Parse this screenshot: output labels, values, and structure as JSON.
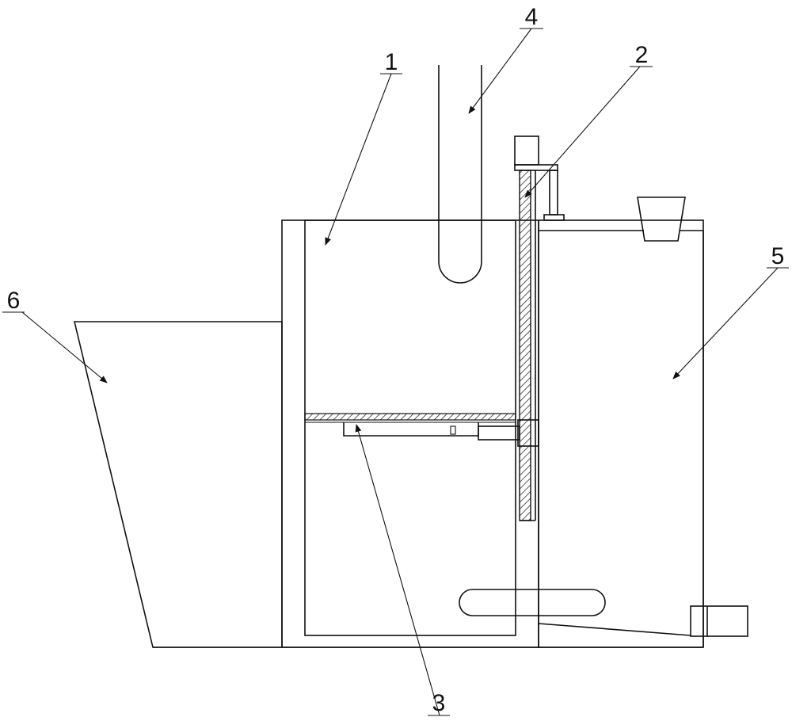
{
  "labels": {
    "l1": "1",
    "l2": "2",
    "l3": "3",
    "l4": "4",
    "l5": "5",
    "l6": "6"
  },
  "colors": {
    "line": "#111111",
    "background": "#ffffff"
  }
}
